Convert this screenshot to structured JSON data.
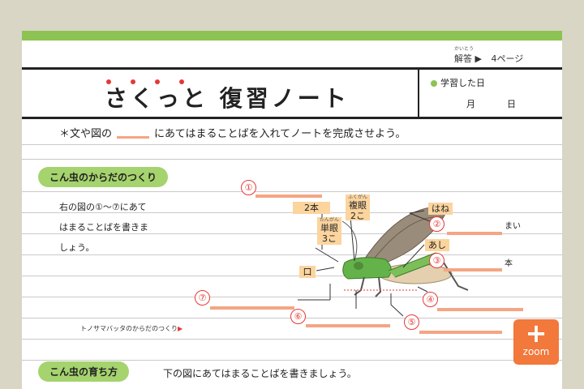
{
  "header": {
    "answer_label": "解答",
    "answer_ruby": "かいとう",
    "arrow": "▶",
    "page_ref": "4ページ"
  },
  "title": {
    "text": "さくっと 復習ノート",
    "study_date_label": "学習した日",
    "month_label": "月",
    "day_label": "日"
  },
  "instruction": {
    "prefix": "＊文や図の",
    "suffix": "にあてはまることばを入れてノートを完成させよう。"
  },
  "section1": {
    "heading": "こん虫のからだのつくり",
    "text_lines": [
      "右の図の①～⑦にあて",
      "はまることばを書きま",
      "しょう。"
    ],
    "caption": "トノサマバッタのからだのつくり",
    "caption_arrow": "▶"
  },
  "diagram": {
    "numbers": [
      "①",
      "②",
      "③",
      "④",
      "⑤",
      "⑥",
      "⑦"
    ],
    "tags": {
      "legs_count": "2本",
      "compound_eye_ruby": "ふくがん",
      "compound_eye": "複眼",
      "compound_eye_count": "2こ",
      "simple_eye_ruby": "たんがん",
      "simple_eye": "単眼",
      "simple_eye_count": "3こ",
      "wing": "はね",
      "leg": "あし",
      "mouth": "口"
    },
    "suffix_mai": "まい",
    "suffix_hon": "本"
  },
  "section2": {
    "heading": "こん虫の育ち方",
    "text": "下の図にあてはまることばを書きましょう。"
  },
  "zoom_button": {
    "icon": "plus-icon",
    "label": "zoom"
  },
  "colors": {
    "accent_green": "#8cc352",
    "pill_green": "#a5d36e",
    "blank_orange": "#f4a583",
    "number_red": "#e53935",
    "zoom_orange": "#f2783c"
  }
}
